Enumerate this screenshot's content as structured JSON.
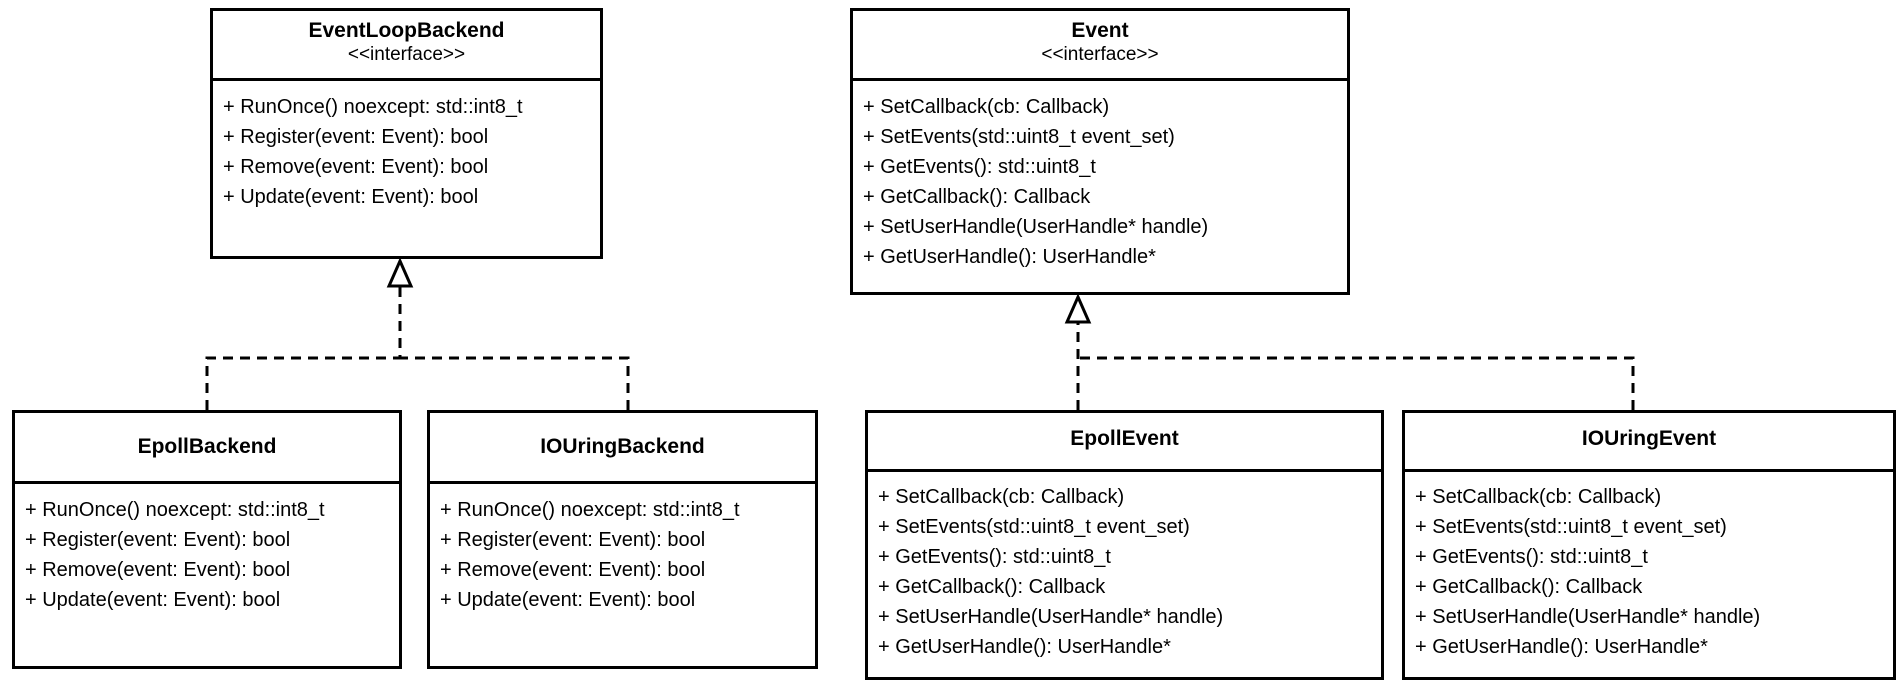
{
  "classes": {
    "event_loop_backend": {
      "name": "EventLoopBackend",
      "stereotype": "<<interface>>",
      "operations": [
        "+ RunOnce() noexcept: std::int8_t",
        "+ Register(event: Event): bool",
        "+ Remove(event: Event): bool",
        "+ Update(event: Event): bool"
      ]
    },
    "event": {
      "name": "Event",
      "stereotype": "<<interface>>",
      "operations": [
        "+ SetCallback(cb: Callback)",
        "+ SetEvents(std::uint8_t event_set)",
        "+ GetEvents(): std::uint8_t",
        "+ GetCallback(): Callback",
        "+ SetUserHandle(UserHandle* handle)",
        "+ GetUserHandle(): UserHandle*"
      ]
    },
    "epoll_backend": {
      "name": "EpollBackend",
      "operations": [
        "+ RunOnce() noexcept: std::int8_t",
        "+ Register(event: Event): bool",
        "+ Remove(event: Event): bool",
        "+ Update(event: Event): bool"
      ]
    },
    "iouring_backend": {
      "name": "IOUringBackend",
      "operations": [
        "+ RunOnce() noexcept: std::int8_t",
        "+ Register(event: Event): bool",
        "+ Remove(event: Event): bool",
        "+ Update(event: Event): bool"
      ]
    },
    "epoll_event": {
      "name": "EpollEvent",
      "operations": [
        "+ SetCallback(cb: Callback)",
        "+ SetEvents(std::uint8_t event_set)",
        "+ GetEvents(): std::uint8_t",
        "+ GetCallback(): Callback",
        "+ SetUserHandle(UserHandle* handle)",
        "+ GetUserHandle(): UserHandle*"
      ]
    },
    "iouring_event": {
      "name": "IOUringEvent",
      "operations": [
        "+ SetCallback(cb: Callback)",
        "+ SetEvents(std::uint8_t event_set)",
        "+ GetEvents(): std::uint8_t",
        "+ GetCallback(): Callback",
        "+ SetUserHandle(UserHandle* handle)",
        "+ GetUserHandle(): UserHandle*"
      ]
    }
  },
  "relations": [
    {
      "type": "realization",
      "from": "epoll_backend",
      "to": "event_loop_backend"
    },
    {
      "type": "realization",
      "from": "iouring_backend",
      "to": "event_loop_backend"
    },
    {
      "type": "realization",
      "from": "epoll_event",
      "to": "event"
    },
    {
      "type": "realization",
      "from": "iouring_event",
      "to": "event"
    }
  ]
}
